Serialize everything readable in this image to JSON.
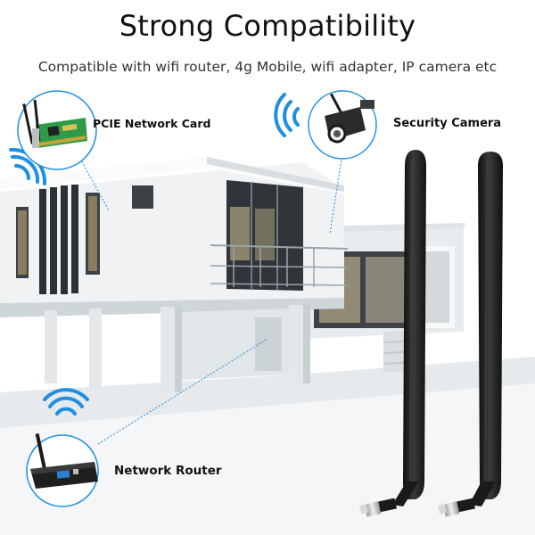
{
  "header": {
    "title": "Strong Compatibility",
    "subtitle": "Compatible with wifi router, 4g Mobile, wifi adapter, IP camera etc"
  },
  "callouts": {
    "pcie_label": "PCIE Network Card",
    "camera_label": "Security Camera",
    "router_label": "Network Router"
  },
  "colors": {
    "accent_blue": "#1E8FE1",
    "antenna_black": "#1b1b1b",
    "house_white": "#f1f3f4",
    "house_grey": "#cfd6da"
  },
  "icons": [
    "wifi-signal-icon",
    "pcie-network-card-icon",
    "security-camera-icon",
    "network-router-icon",
    "antenna-icon"
  ]
}
